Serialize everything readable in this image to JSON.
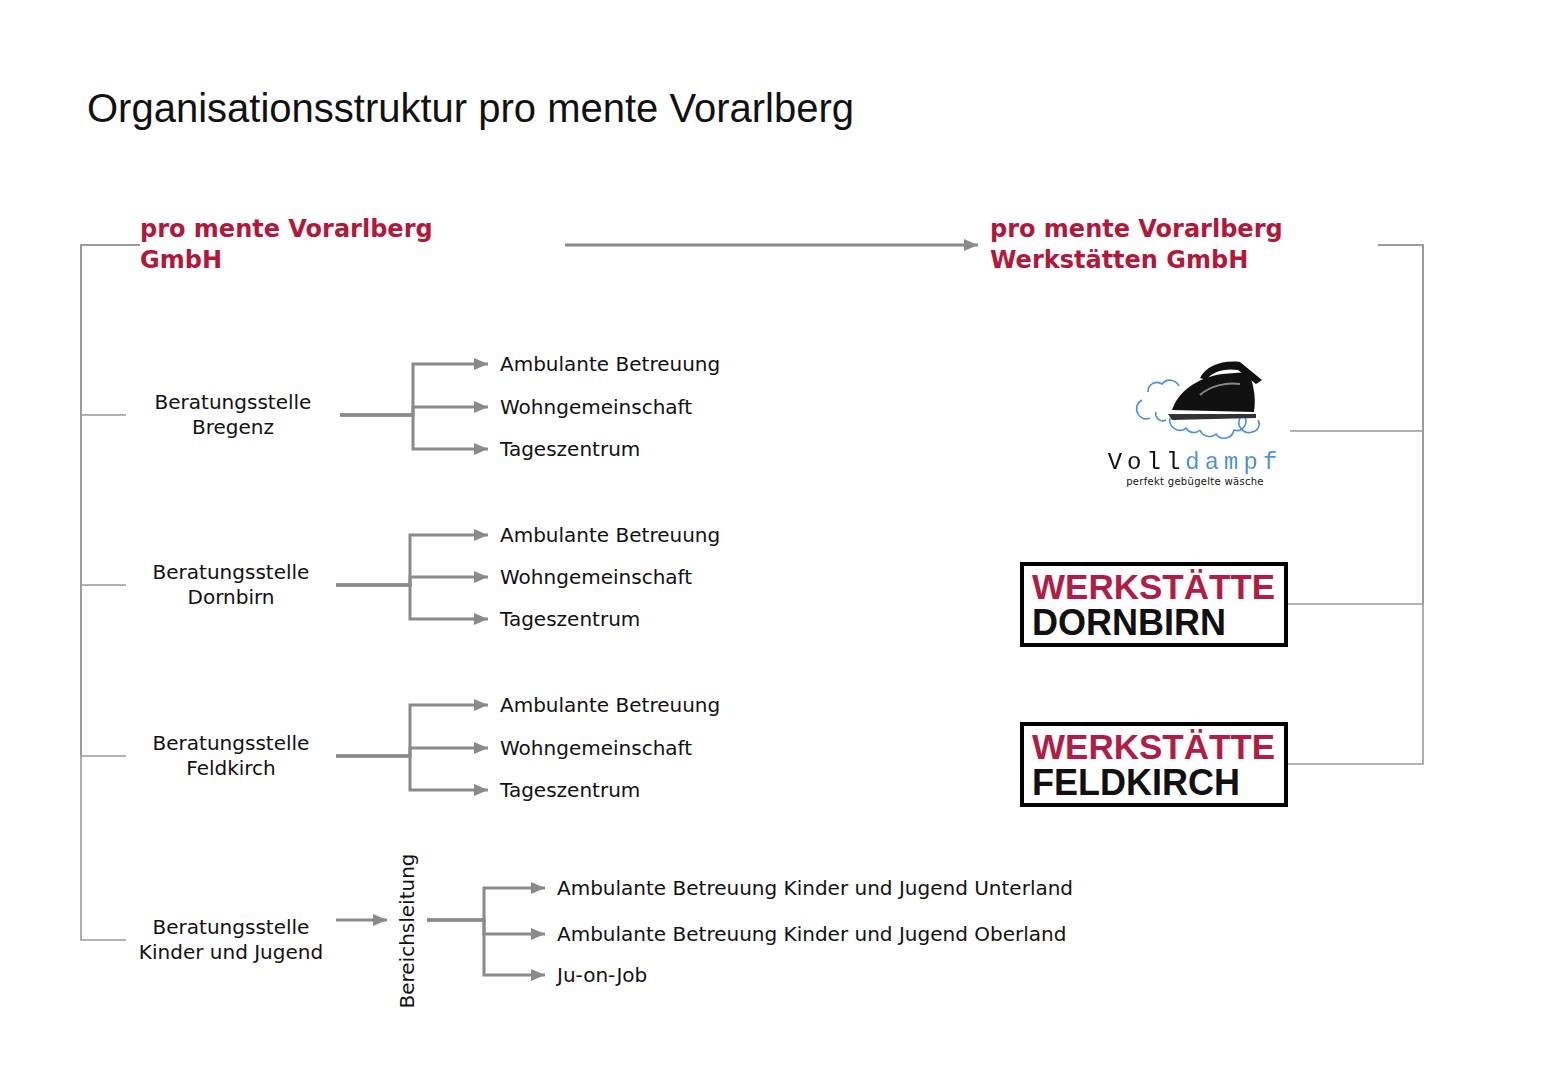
{
  "diagram": {
    "title": "Organisationsstruktur pro mente Vorarlberg",
    "nodes": [
      {
        "text": [
          "pro mente Vorarlberg GmbH"
        ]
      },
      {
        "text": [
          "pro mente Vorarlberg Werkstätten GmbH"
        ]
      },
      {
        "text": [
          "Beratungsstelle Bregenz"
        ]
      },
      {
        "text": [
          "Ambulante Betreuung"
        ]
      },
      {
        "text": [
          "Wohngemeinschaft"
        ]
      },
      {
        "text": [
          "Tageszentrum"
        ]
      },
      {
        "text": [
          "Beratungsstelle Dornbirn"
        ]
      },
      {
        "text": [
          "Ambulante Betreuung"
        ]
      },
      {
        "text": [
          "Wohngemeinschaft"
        ]
      },
      {
        "text": [
          "Tageszentrum"
        ]
      },
      {
        "text": [
          "Beratungsstelle Feldkirch"
        ]
      },
      {
        "text": [
          "Ambulante Betreuung"
        ]
      },
      {
        "text": [
          "Wohngemeinschaft"
        ]
      },
      {
        "text": [
          "Tageszentrum"
        ]
      },
      {
        "text": [
          "Beratungsstelle Kinder und Jugend"
        ]
      },
      {
        "text": [
          "Bereichsleitung"
        ]
      },
      {
        "text": [
          "Ambulante Betreuung Kinder und Jugend Unterland"
        ]
      },
      {
        "text": [
          "Ambulante Betreuung Kinder und Jugend Oberland"
        ]
      },
      {
        "text": [
          "Ju-on-Job"
        ]
      },
      {
        "text": [
          "Volldampf",
          "perfekt gebügelte wäsche"
        ]
      },
      {
        "text": [
          "WERKSTÄTTE",
          "DORNBIRN"
        ]
      },
      {
        "text": [
          "WERKSTÄTTE",
          "FELDKIRCH"
        ]
      }
    ],
    "edges": [
      {
        "from": 0,
        "to": 1,
        "arrow": "to"
      },
      {
        "from": 0,
        "to": 2,
        "arrow": "none"
      },
      {
        "from": 0,
        "to": 6,
        "arrow": "none"
      },
      {
        "from": 0,
        "to": 10,
        "arrow": "none"
      },
      {
        "from": 0,
        "to": 14,
        "arrow": "none"
      },
      {
        "from": 2,
        "to": 3,
        "arrow": "to"
      },
      {
        "from": 2,
        "to": 4,
        "arrow": "to"
      },
      {
        "from": 2,
        "to": 5,
        "arrow": "to"
      },
      {
        "from": 6,
        "to": 7,
        "arrow": "to"
      },
      {
        "from": 6,
        "to": 8,
        "arrow": "to"
      },
      {
        "from": 6,
        "to": 9,
        "arrow": "to"
      },
      {
        "from": 10,
        "to": 11,
        "arrow": "to"
      },
      {
        "from": 10,
        "to": 12,
        "arrow": "to"
      },
      {
        "from": 10,
        "to": 13,
        "arrow": "to"
      },
      {
        "from": 14,
        "to": 15,
        "arrow": "to"
      },
      {
        "from": 15,
        "to": 16,
        "arrow": "to"
      },
      {
        "from": 15,
        "to": 17,
        "arrow": "to"
      },
      {
        "from": 15,
        "to": 18,
        "arrow": "to"
      },
      {
        "from": 1,
        "to": 19,
        "arrow": "none"
      },
      {
        "from": 1,
        "to": 20,
        "arrow": "none"
      },
      {
        "from": 1,
        "to": 21,
        "arrow": "none"
      }
    ]
  }
}
